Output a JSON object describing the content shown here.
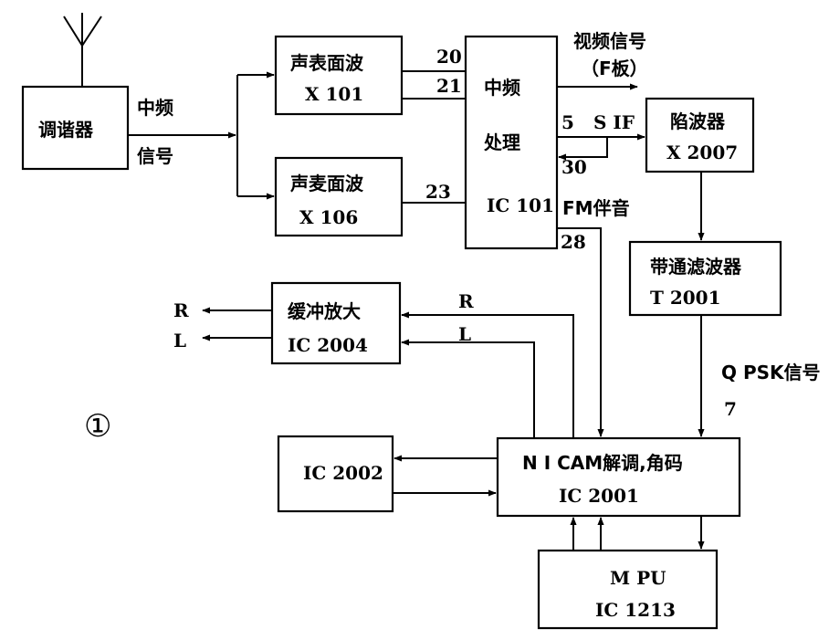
{
  "blocks": {
    "tuner": {
      "label": "调谐器"
    },
    "saw1": {
      "line1": "声表面波",
      "line2": "X 101"
    },
    "saw2": {
      "line1": "声麦面波",
      "line2": "X 106"
    },
    "if_proc": {
      "line1": "中频",
      "line2": "处理",
      "line3": "IC 101"
    },
    "trap": {
      "line1": "陷波器",
      "line2": "X 2007"
    },
    "bandpass": {
      "line1": "带通滤波器",
      "line2": "T 2001"
    },
    "buffer": {
      "line1": "缓冲放大",
      "line2": "IC 2004"
    },
    "ic2002": {
      "label": "IC 2002"
    },
    "nicam": {
      "line1": "N I CAM解调,角码",
      "line2": "IC 2001"
    },
    "mpu": {
      "line1": "M PU",
      "line2": "IC 1213"
    }
  },
  "labels": {
    "if_signal_1": "中频",
    "if_signal_2": "信号",
    "pin20": "20",
    "pin21": "21",
    "pin23": "23",
    "video_signal": "视频信号",
    "f_board": "（F板）",
    "pin5": "5",
    "sif": "S IF",
    "pin30": "30",
    "fm_audio": "FM伴音",
    "pin28": "28",
    "qpsk": "Q PSK信号",
    "pin7": "7",
    "out_r": "R",
    "out_l": "L",
    "line_r": "R",
    "line_l": "L",
    "figure_number": "①"
  }
}
